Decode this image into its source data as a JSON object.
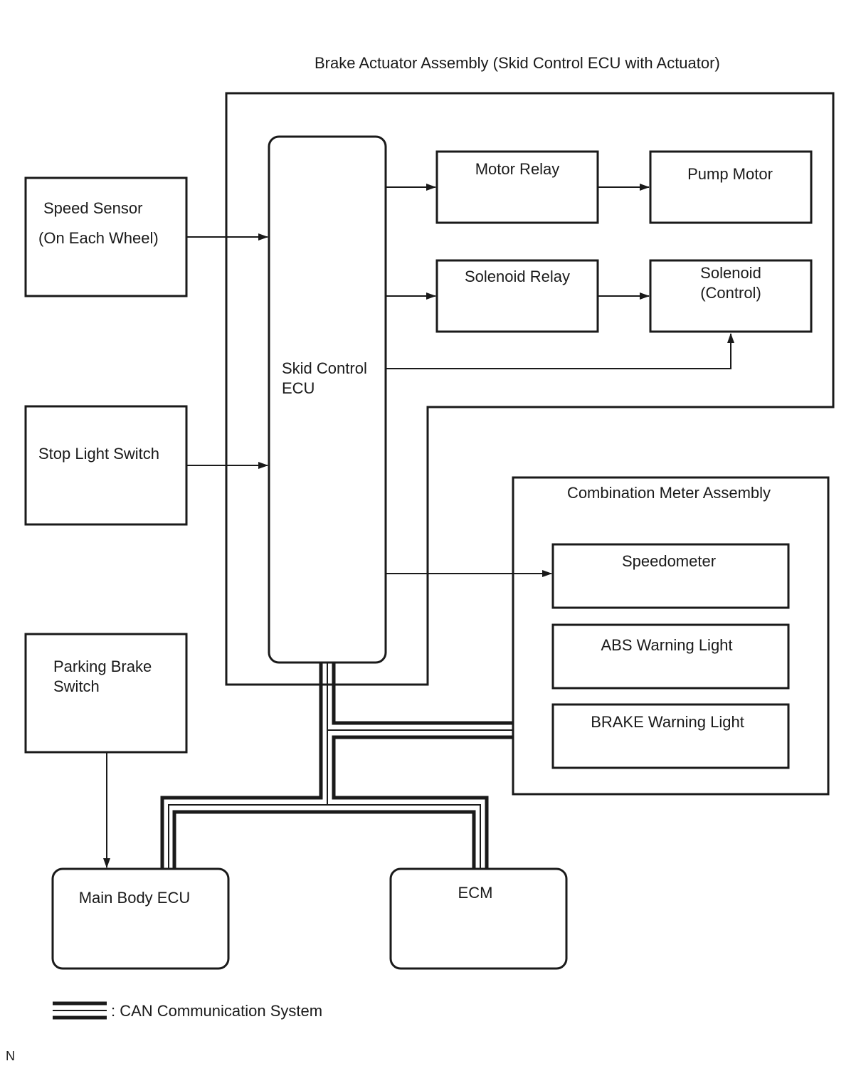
{
  "diagram": {
    "brake_actuator_title": "Brake Actuator Assembly (Skid Control ECU with Actuator)",
    "skid_control_ecu": [
      "Skid Control",
      "ECU"
    ],
    "motor_relay": "Motor Relay",
    "pump_motor": "Pump Motor",
    "solenoid_relay": "Solenoid Relay",
    "solenoid_control": [
      "Solenoid",
      "(Control)"
    ],
    "speed_sensor": [
      "Speed Sensor",
      "(On Each Wheel)"
    ],
    "stop_light_switch": "Stop Light Switch",
    "parking_brake_switch": [
      "Parking Brake",
      "Switch"
    ],
    "combination_meter_title": "Combination Meter Assembly",
    "speedometer": "Speedometer",
    "abs_warning_light": "ABS Warning Light",
    "brake_warning_light": "BRAKE Warning Light",
    "main_body_ecu": "Main Body ECU",
    "ecm": "ECM",
    "legend_text": ":  CAN Communication System",
    "corner_mark": "N"
  }
}
